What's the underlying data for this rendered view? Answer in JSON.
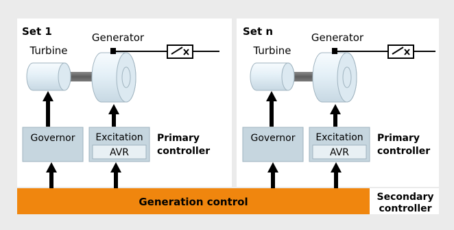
{
  "sets": [
    {
      "title": "Set 1",
      "turbine_label": "Turbine",
      "generator_label": "Generator",
      "governor_label": "Governor",
      "excitation_label": "Excitation",
      "avr_label": "AVR",
      "primary_line1": "Primary",
      "primary_line2": "controller"
    },
    {
      "title": "Set n",
      "turbine_label": "Turbine",
      "generator_label": "Generator",
      "governor_label": "Governor",
      "excitation_label": "Excitation",
      "avr_label": "AVR",
      "primary_line1": "Primary",
      "primary_line2": "controller"
    }
  ],
  "generation_control_label": "Generation control",
  "secondary_line1": "Secondary",
  "secondary_line2": "controller",
  "colors": {
    "background": "#ebebeb",
    "panel": "#ffffff",
    "controller_box": "#c6d6df",
    "machine_fill": "#e4f0f7",
    "machine_stroke": "#9fb3bf",
    "shaft": "#666666",
    "generation_bar": "#f0860e",
    "line": "#000000"
  }
}
